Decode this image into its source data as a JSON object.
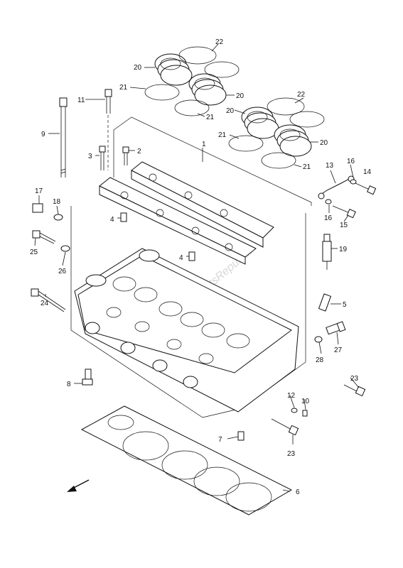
{
  "labels": {
    "l1": "1",
    "l2": "2",
    "l3": "3",
    "l4a": "4",
    "l4b": "4",
    "l5": "5",
    "l6": "6",
    "l7": "7",
    "l8": "8",
    "l9": "9",
    "l10": "10",
    "l11": "11",
    "l12": "12",
    "l13": "13",
    "l14": "14",
    "l15": "15",
    "l16a": "16",
    "l16b": "16",
    "l17": "17",
    "l18": "18",
    "l19": "19",
    "l20a": "20",
    "l20b": "20",
    "l20c": "20",
    "l20d": "20",
    "l21a": "21",
    "l21b": "21",
    "l21c": "21",
    "l21d": "21",
    "l22a": "22",
    "l22b": "22",
    "l23a": "23",
    "l23b": "23",
    "l24": "24",
    "l25": "25",
    "l26": "26",
    "l27": "27",
    "l28": "28"
  },
  "watermark": "PartsRepublik"
}
